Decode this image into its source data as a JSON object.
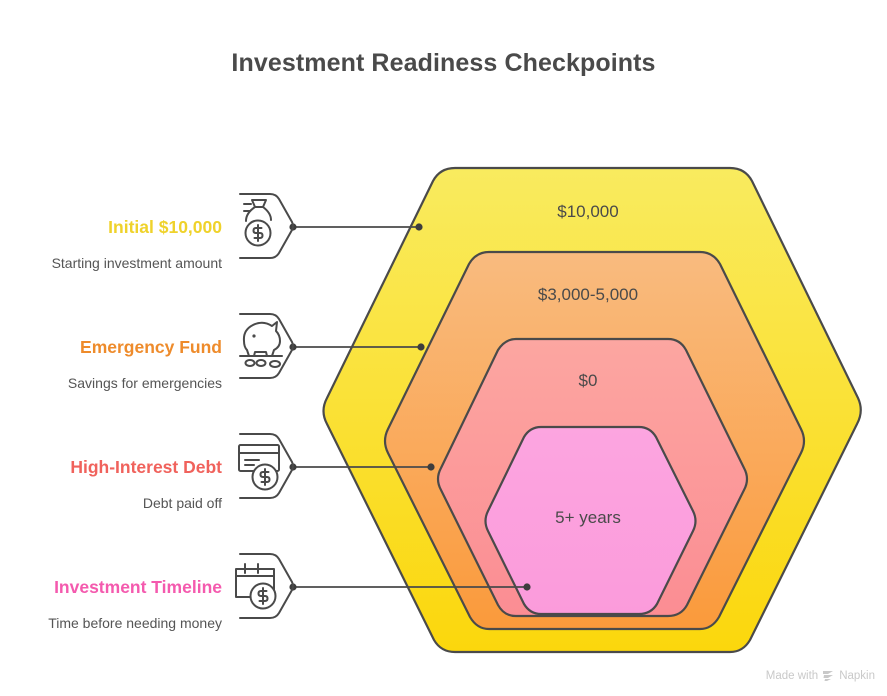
{
  "title": "Investment Readiness Checkpoints",
  "legend": [
    {
      "label": "Initial $10,000",
      "description": "Starting investment amount",
      "color": "#EFD22B",
      "icon": "money-bag-dollar-icon"
    },
    {
      "label": "Emergency Fund",
      "description": "Savings for emergencies",
      "color": "#EE8B2B",
      "icon": "piggy-bank-icon"
    },
    {
      "label": "High-Interest Debt",
      "description": "Debt paid off",
      "color": "#F0625C",
      "icon": "credit-card-dollar-icon"
    },
    {
      "label": "Investment Timeline",
      "description": "Time before needing money",
      "color": "#F45AAE",
      "icon": "calendar-dollar-icon"
    }
  ],
  "hexagons": [
    {
      "value": "$10,000",
      "fill_top": "#F9EB5F",
      "fill_bottom": "#FBD70C",
      "stroke": "#4a4a4a"
    },
    {
      "value": "$3,000-5,000",
      "fill_top": "#F9BB7F",
      "fill_bottom": "#FA9A3B",
      "stroke": "#4a4a4a"
    },
    {
      "value": "$0",
      "fill_top": "#FCA6A1",
      "fill_bottom": "#FB8D93",
      "stroke": "#4a4a4a"
    },
    {
      "value": "5+ years",
      "fill_top": "#FCA5E0",
      "fill_bottom": "#FB9BDB",
      "stroke": "#4a4a4a"
    }
  ],
  "footer": {
    "text": "Made with",
    "brand": "Napkin"
  },
  "chart_data": {
    "type": "bar",
    "title": "Investment Readiness Checkpoints",
    "categories": [
      "Initial $10,000",
      "Emergency Fund",
      "High-Interest Debt",
      "Investment Timeline"
    ],
    "value_labels": [
      "$10,000",
      "$3,000-5,000",
      "$0",
      "5+ years"
    ],
    "descriptions": [
      "Starting investment amount",
      "Savings for emergencies",
      "Debt paid off",
      "Time before needing money"
    ],
    "xlabel": "",
    "ylabel": ""
  }
}
